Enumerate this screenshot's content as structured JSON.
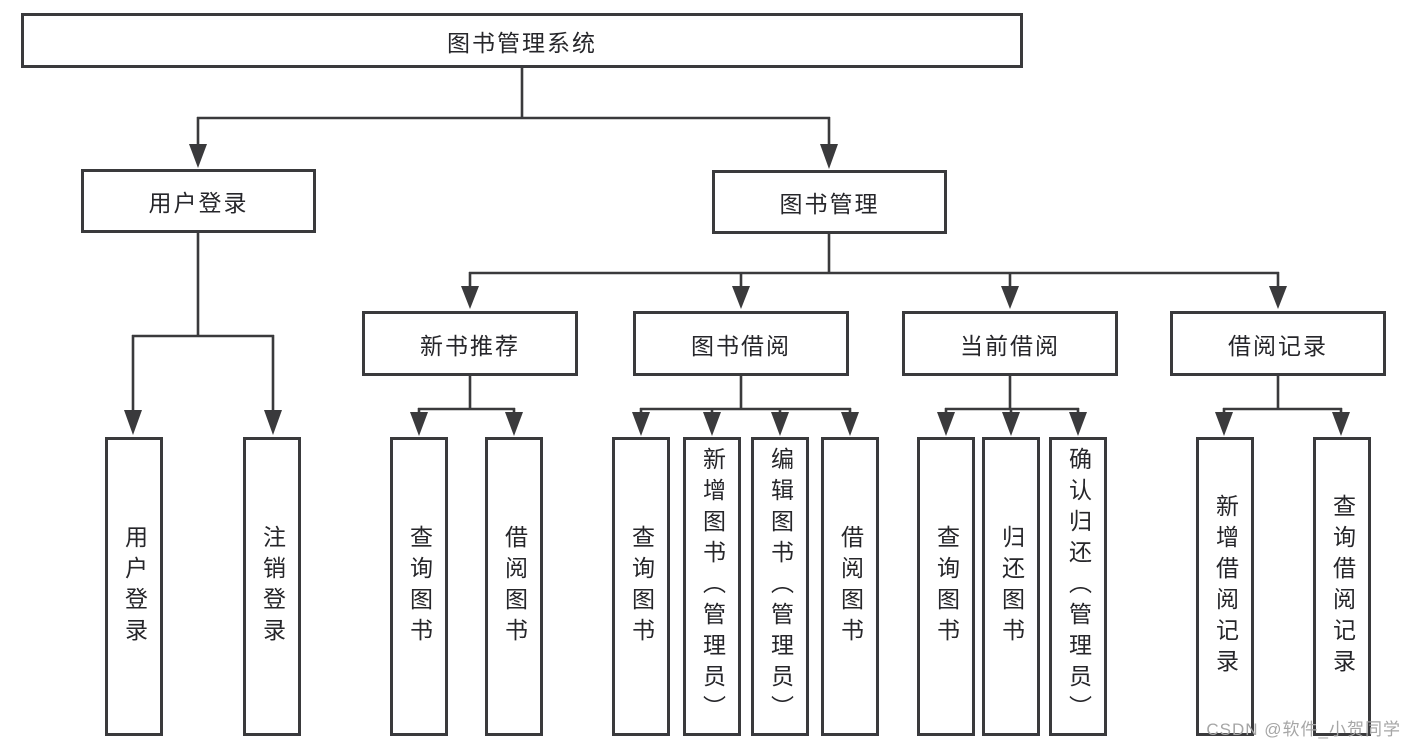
{
  "colors": {
    "line": "#3a3a3c",
    "text": "#26262a",
    "watermark": "#a6a6a6"
  },
  "watermark": "CSDN @软件_小贺同学",
  "tree": {
    "root_label": "图书管理系统",
    "user_branch": {
      "label": "用户登录",
      "children": [
        "用户登录",
        "注销登录"
      ]
    },
    "book_branch": {
      "label": "图书管理",
      "modules": [
        {
          "label": "新书推荐",
          "children": [
            "查询图书",
            "借阅图书"
          ]
        },
        {
          "label": "图书借阅",
          "children": [
            "查询图书",
            "新增图书（管理员）",
            "编辑图书（管理员）",
            "借阅图书"
          ]
        },
        {
          "label": "当前借阅",
          "children": [
            "查询图书",
            "归还图书",
            "确认归还（管理员）"
          ]
        },
        {
          "label": "借阅记录",
          "children": [
            "新增借阅记录",
            "查询借阅记录"
          ]
        }
      ]
    }
  }
}
